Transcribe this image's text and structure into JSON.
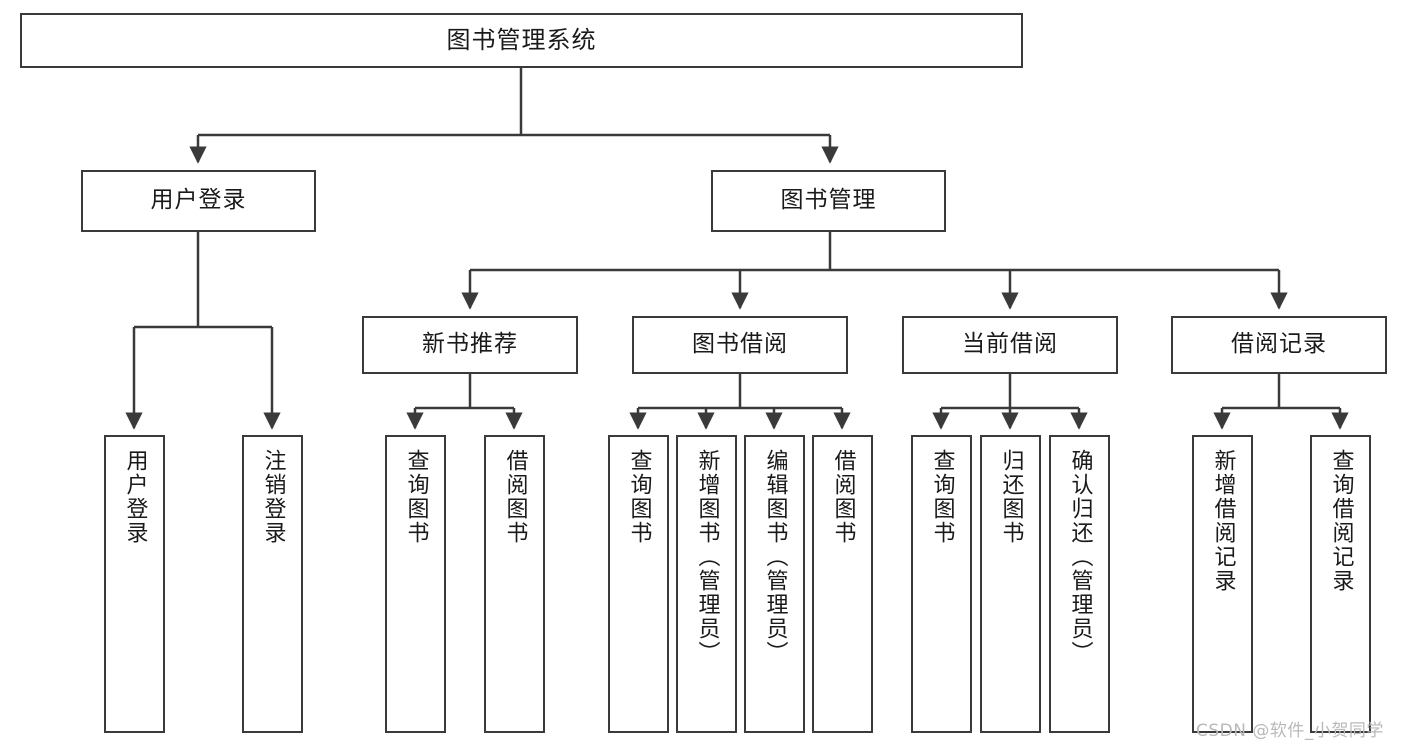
{
  "diagram": {
    "type": "tree-hierarchy",
    "title": "图书管理系统",
    "watermark": "CSDN @软件_小贺同学",
    "colors": {
      "background": "#ffffff",
      "box_border": "#3a3a3a",
      "box_fill": "#ffffff",
      "text": "#1a1a1a",
      "connector": "#3a3a3a",
      "watermark": "#b9b9b9"
    },
    "root": {
      "label": "图书管理系统"
    },
    "level2": [
      {
        "label": "用户登录"
      },
      {
        "label": "图书管理"
      }
    ],
    "level3": [
      {
        "label": "新书推荐"
      },
      {
        "label": "图书借阅"
      },
      {
        "label": "当前借阅"
      },
      {
        "label": "借阅记录"
      }
    ],
    "leaves": {
      "user_login": [
        {
          "label": "用户登录"
        },
        {
          "label": "注销登录"
        }
      ],
      "new_book": [
        {
          "label": "查询图书"
        },
        {
          "label": "借阅图书"
        }
      ],
      "book_borrow": [
        {
          "label": "查询图书"
        },
        {
          "label": "新增图书（管理员）"
        },
        {
          "label": "编辑图书（管理员）"
        },
        {
          "label": "借阅图书"
        }
      ],
      "current_borrow": [
        {
          "label": "查询图书"
        },
        {
          "label": "归还图书"
        },
        {
          "label": "确认归还（管理员）"
        }
      ],
      "borrow_record": [
        {
          "label": "新增借阅记录"
        },
        {
          "label": "查询借阅记录"
        }
      ]
    }
  }
}
